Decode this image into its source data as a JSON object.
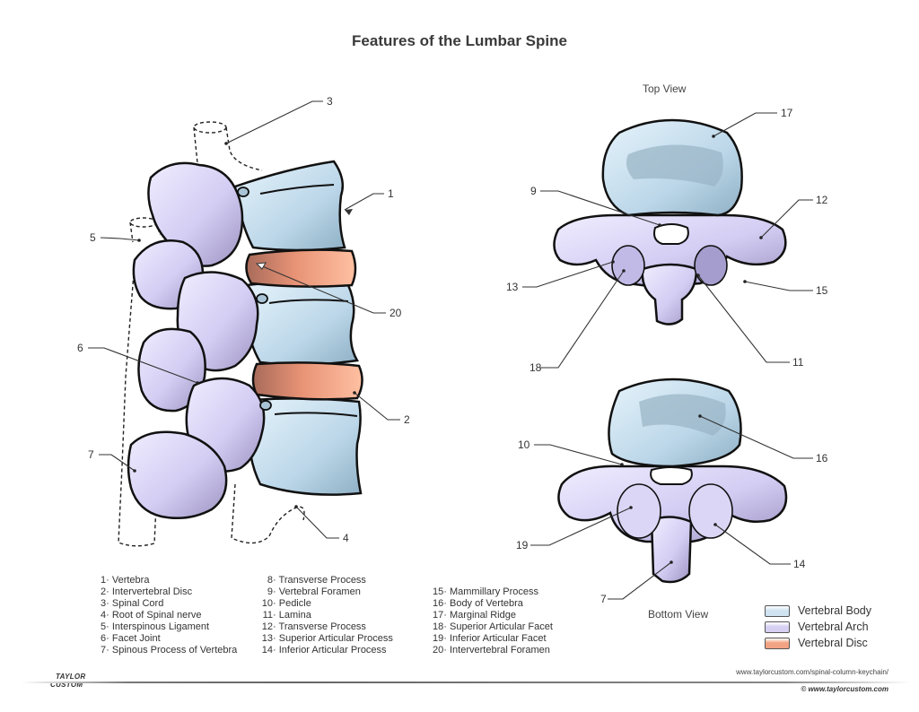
{
  "title": "Features of the Lumbar Spine",
  "views": {
    "top": "Top View",
    "bottom": "Bottom View"
  },
  "colors": {
    "vertebral_body": "#c8dfee",
    "vertebral_arch": "#d9d4f5",
    "vertebral_disc": "#f3a88a",
    "outline": "#111111"
  },
  "side_callouts": [
    "3",
    "1",
    "5",
    "20",
    "6",
    "2",
    "7",
    "4"
  ],
  "top_callouts": [
    "17",
    "9",
    "12",
    "13",
    "15",
    "18",
    "11"
  ],
  "bottom_callouts": [
    "10",
    "16",
    "19",
    "14",
    "7"
  ],
  "legend": {
    "col1": [
      {
        "num": "1",
        "label": "Vertebra"
      },
      {
        "num": "2",
        "label": "Intervertebral Disc"
      },
      {
        "num": "3",
        "label": "Spinal Cord"
      },
      {
        "num": "4",
        "label": "Root of Spinal nerve"
      },
      {
        "num": "5",
        "label": "Interspinous Ligament"
      },
      {
        "num": "6",
        "label": "Facet Joint"
      },
      {
        "num": "7",
        "label": "Spinous Process of Vertebra"
      }
    ],
    "col2": [
      {
        "num": "8",
        "label": "Transverse Process"
      },
      {
        "num": "9",
        "label": "Vertebral Foramen"
      },
      {
        "num": "10",
        "label": "Pedicle"
      },
      {
        "num": "11",
        "label": "Lamina"
      },
      {
        "num": "12",
        "label": "Transverse Process"
      },
      {
        "num": "13",
        "label": "Superior Articular Process"
      },
      {
        "num": "14",
        "label": "Inferior Articular Process"
      }
    ],
    "col3": [
      {
        "num": "15",
        "label": "Mammillary Process"
      },
      {
        "num": "16",
        "label": "Body of Vertebra"
      },
      {
        "num": "17",
        "label": "Marginal Ridge"
      },
      {
        "num": "18",
        "label": "Superior Articular Facet"
      },
      {
        "num": "19",
        "label": "Inferior Articular Facet"
      },
      {
        "num": "20",
        "label": "Intervertebral Foramen"
      }
    ]
  },
  "color_key": [
    {
      "label": "Vertebral Body",
      "color": "#cfe3f1"
    },
    {
      "label": "Vertebral Arch",
      "color": "#d6cff2"
    },
    {
      "label": "Vertebral Disc",
      "color": "#f2a383"
    }
  ],
  "footer": {
    "brand_line1": "TAYLOR",
    "brand_line2": "CUSTOM",
    "url": "www.taylorcustom.com/spinal-column-keychain/",
    "copyright": "© www.taylorcustom.com"
  }
}
